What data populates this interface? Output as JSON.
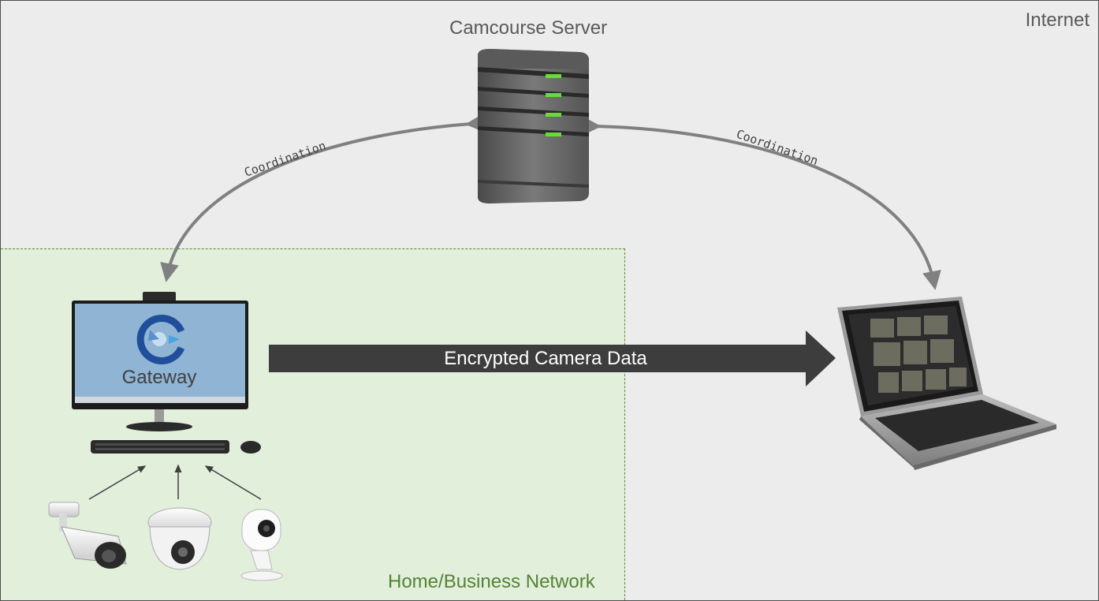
{
  "labels": {
    "internet": "Internet",
    "server": "Camcourse Server",
    "network": "Home/Business Network",
    "coordination_left": "Coordination",
    "coordination_right": "Coordination",
    "gateway": "Gateway",
    "data_flow": "Encrypted Camera Data"
  },
  "colors": {
    "background": "#ececec",
    "network_fill": "#e2efdb",
    "network_border": "#5a8a3c",
    "network_text": "#548235",
    "arrow": "#808080",
    "data_arrow": "#3d3d3d",
    "server_led": "#66dd33",
    "monitor_screen": "#8fb4d4"
  },
  "icons": {
    "server": "server-tower-icon",
    "desktop": "desktop-monitor-icon",
    "laptop": "laptop-icon",
    "camera_bullet": "bullet-camera-icon",
    "camera_dome": "dome-camera-icon",
    "camera_indoor": "indoor-camera-icon"
  }
}
